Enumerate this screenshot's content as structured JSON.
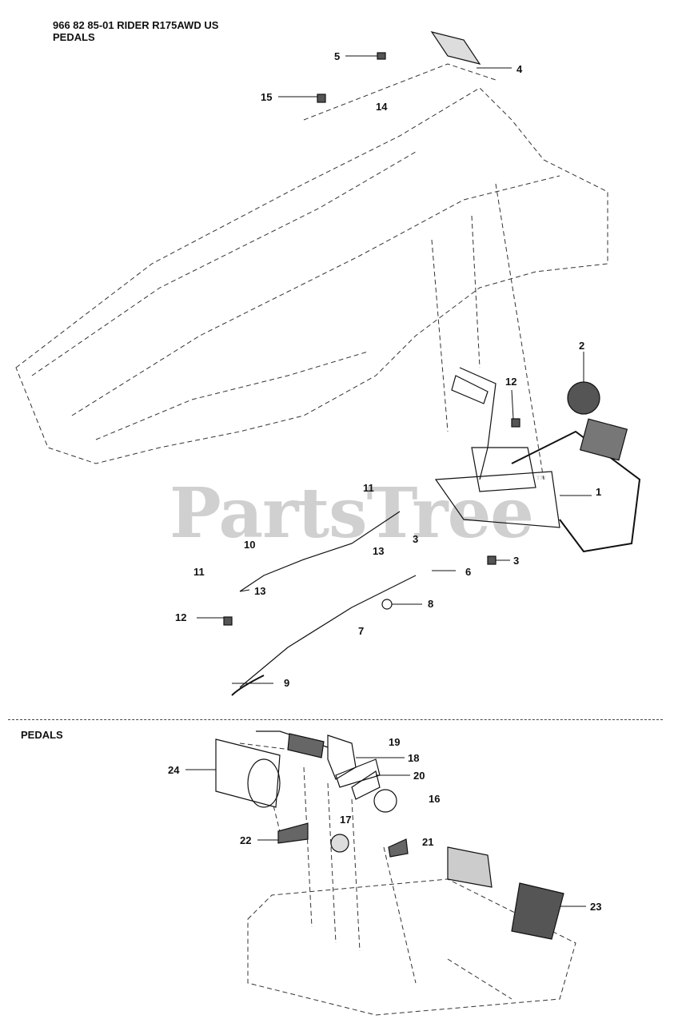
{
  "header": {
    "line1": "966 82 85-01 RIDER R175AWD US",
    "line2": "PEDALS"
  },
  "watermark": "PartsTree",
  "watermark_mark": "™",
  "section_label": "PEDALS",
  "callouts": {
    "c1": "1",
    "c2": "2",
    "c3a": "3",
    "c3b": "3",
    "c4": "4",
    "c5": "5",
    "c6": "6",
    "c7": "7",
    "c8": "8",
    "c9": "9",
    "c10": "10",
    "c11a": "11",
    "c11b": "11",
    "c12a": "12",
    "c12b": "12",
    "c13a": "13",
    "c13b": "13",
    "c14": "14",
    "c15": "15",
    "c16": "16",
    "c17": "17",
    "c18": "18",
    "c19": "19",
    "c20": "20",
    "c21": "21",
    "c22": "22",
    "c23": "23",
    "c24": "24"
  }
}
